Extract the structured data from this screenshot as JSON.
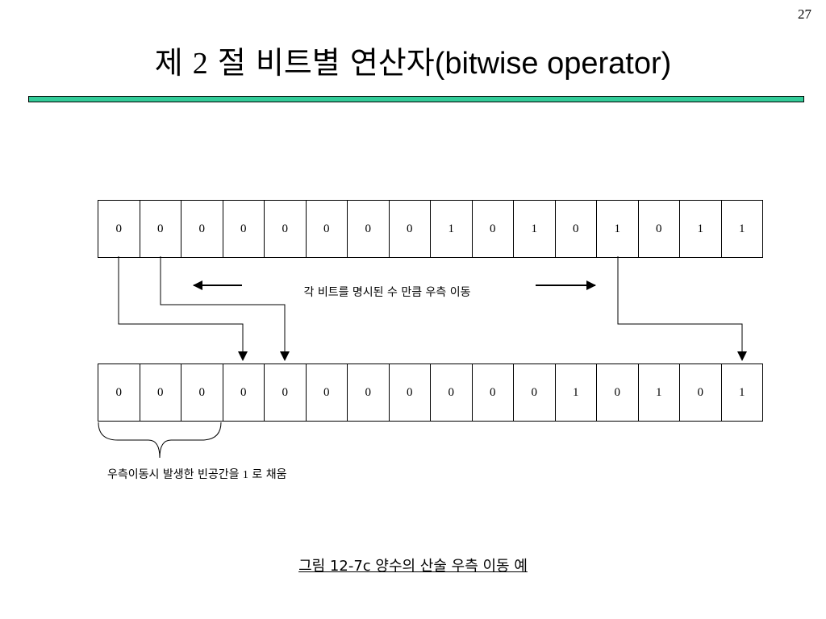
{
  "page_number": "27",
  "title": {
    "prefix": "제 ",
    "number": "2",
    "korean": " 절  비트별 연산자",
    "english": "(bitwise operator)"
  },
  "top_bits": [
    "0",
    "0",
    "0",
    "0",
    "0",
    "0",
    "0",
    "0",
    "1",
    "0",
    "1",
    "0",
    "1",
    "0",
    "1",
    "1"
  ],
  "bottom_bits": [
    "0",
    "0",
    "0",
    "0",
    "0",
    "0",
    "0",
    "0",
    "0",
    "0",
    "0",
    "1",
    "0",
    "1",
    "0",
    "1"
  ],
  "shift_caption": "각 비트를 명시된 수 만큼 우측 이동",
  "fill_caption": {
    "before": "우측이동시 발생한 빈공간을 ",
    "number": "1",
    "after": " 로 채움"
  },
  "figure_caption": "그림 12-7c 양수의 산술 우측 이동 예",
  "colors": {
    "title_bar": "#33cc99"
  }
}
